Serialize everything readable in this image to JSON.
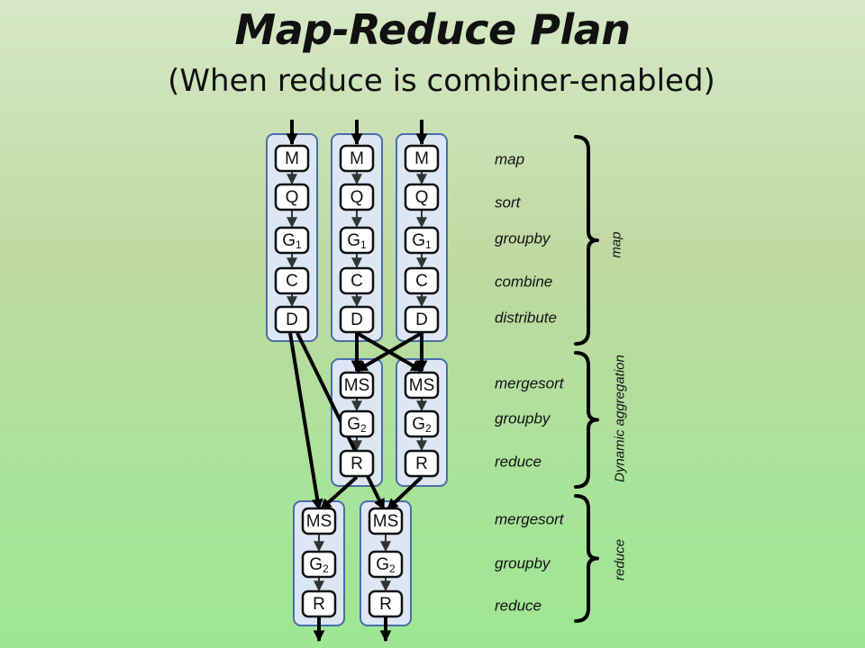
{
  "title": "Map-Reduce Plan",
  "subtitle": "(When reduce is combiner-enabled)",
  "map_lanes": [
    {
      "nodes": [
        "M",
        "Q",
        "G|1",
        "C",
        "D"
      ]
    },
    {
      "nodes": [
        "M",
        "Q",
        "G|1",
        "C",
        "D"
      ]
    },
    {
      "nodes": [
        "M",
        "Q",
        "G|1",
        "C",
        "D"
      ]
    }
  ],
  "dynamic_lanes": [
    {
      "nodes": [
        "MS",
        "G|2",
        "R"
      ]
    },
    {
      "nodes": [
        "MS",
        "G|2",
        "R"
      ]
    }
  ],
  "reduce_lanes": [
    {
      "nodes": [
        "MS",
        "G|2",
        "R"
      ]
    },
    {
      "nodes": [
        "MS",
        "G|2",
        "R"
      ]
    }
  ],
  "stage_labels": {
    "map": [
      "map",
      "sort",
      "groupby",
      "combine",
      "distribute"
    ],
    "dynamic": [
      "mergesort",
      "groupby",
      "reduce"
    ],
    "reduce": [
      "mergesort",
      "groupby",
      "reduce"
    ]
  },
  "phase_labels": {
    "map": "map",
    "dynamic": "Dynamic aggregation",
    "reduce": "reduce"
  }
}
